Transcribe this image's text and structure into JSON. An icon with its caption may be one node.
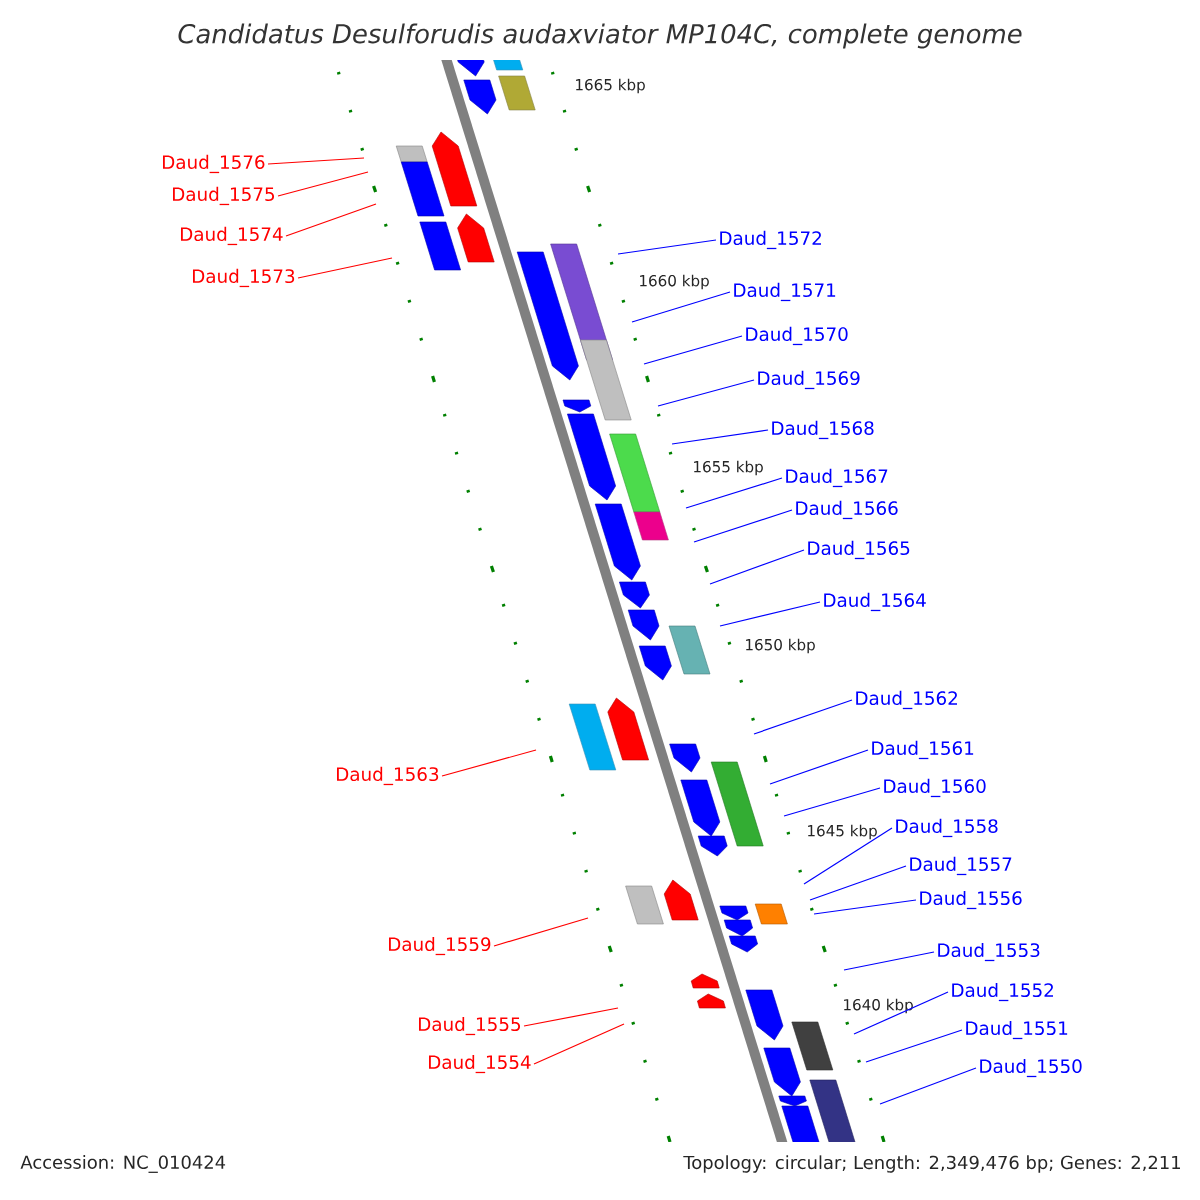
{
  "diagram": {
    "title": "Candidatus Desulforudis audaxviator MP104C, complete genome",
    "nodes": [
      {
        "text": [
          "Daud_1576"
        ]
      },
      {
        "text": [
          "Daud_1575"
        ]
      },
      {
        "text": [
          "Daud_1574"
        ]
      },
      {
        "text": [
          "Daud_1572"
        ]
      },
      {
        "text": [
          "Daud_1573"
        ]
      },
      {
        "text": [
          "Daud_1571"
        ]
      },
      {
        "text": [
          "Daud_1570"
        ]
      },
      {
        "text": [
          "Daud_1569"
        ]
      },
      {
        "text": [
          "Daud_1568"
        ]
      },
      {
        "text": [
          "Daud_1567"
        ]
      },
      {
        "text": [
          "Daud_1566"
        ]
      },
      {
        "text": [
          "Daud_1565"
        ]
      },
      {
        "text": [
          "Daud_1564"
        ]
      },
      {
        "text": [
          "Daud_1562"
        ]
      },
      {
        "text": [
          "Daud_1561"
        ]
      },
      {
        "text": [
          "Daud_1563"
        ]
      },
      {
        "text": [
          "Daud_1560"
        ]
      },
      {
        "text": [
          "Daud_1558"
        ]
      },
      {
        "text": [
          "Daud_1557"
        ]
      },
      {
        "text": [
          "Daud_1556"
        ]
      },
      {
        "text": [
          "Daud_1559"
        ]
      },
      {
        "text": [
          "Daud_1553"
        ]
      },
      {
        "text": [
          "Daud_1552"
        ]
      },
      {
        "text": [
          "Daud_1555"
        ]
      },
      {
        "text": [
          "Daud_1551"
        ]
      },
      {
        "text": [
          "Daud_1554"
        ]
      },
      {
        "text": [
          "Daud_1550"
        ]
      }
    ],
    "edges": [
      {
        "from": 0,
        "to": null,
        "arrow": "none",
        "color": "#ff0000"
      },
      {
        "from": 1,
        "to": null,
        "arrow": "none",
        "color": "#ff0000"
      },
      {
        "from": 2,
        "to": null,
        "arrow": "none",
        "color": "#ff0000"
      },
      {
        "from": 3,
        "to": null,
        "arrow": "none"
      },
      {
        "from": 4,
        "to": null,
        "arrow": "none",
        "color": "#ff0000"
      },
      {
        "from": 5,
        "to": null,
        "arrow": "none"
      },
      {
        "from": 6,
        "to": null,
        "arrow": "none"
      },
      {
        "from": 7,
        "to": null,
        "arrow": "none"
      },
      {
        "from": 8,
        "to": null,
        "arrow": "none"
      },
      {
        "from": 9,
        "to": null,
        "arrow": "none"
      },
      {
        "from": 10,
        "to": null,
        "arrow": "none"
      },
      {
        "from": 11,
        "to": null,
        "arrow": "none"
      },
      {
        "from": 12,
        "to": null,
        "arrow": "none"
      },
      {
        "from": 13,
        "to": null,
        "arrow": "none"
      },
      {
        "from": 14,
        "to": null,
        "arrow": "none"
      },
      {
        "from": 15,
        "to": null,
        "arrow": "none",
        "color": "#ff0000"
      },
      {
        "from": 16,
        "to": null,
        "arrow": "none"
      },
      {
        "from": 17,
        "to": null,
        "arrow": "none"
      },
      {
        "from": 18,
        "to": null,
        "arrow": "none"
      },
      {
        "from": 19,
        "to": null,
        "arrow": "none"
      },
      {
        "from": 20,
        "to": null,
        "arrow": "none",
        "color": "#ff0000"
      },
      {
        "from": 21,
        "to": null,
        "arrow": "none"
      },
      {
        "from": 22,
        "to": null,
        "arrow": "none"
      },
      {
        "from": 23,
        "to": null,
        "arrow": "none",
        "color": "#ff0000"
      },
      {
        "from": 24,
        "to": null,
        "arrow": "none"
      },
      {
        "from": 25,
        "to": null,
        "arrow": "none",
        "color": "#ff0000"
      },
      {
        "from": 26,
        "to": null,
        "arrow": "none"
      }
    ],
    "labels": [
      "1665 kbp",
      "1660 kbp",
      "1655 kbp",
      "1650 kbp",
      "1645 kbp",
      "1640 kbp",
      "Accession: NC_010424",
      "Topology: circular; Length: 2,349,476 bp; Genes: 2,211"
    ]
  }
}
